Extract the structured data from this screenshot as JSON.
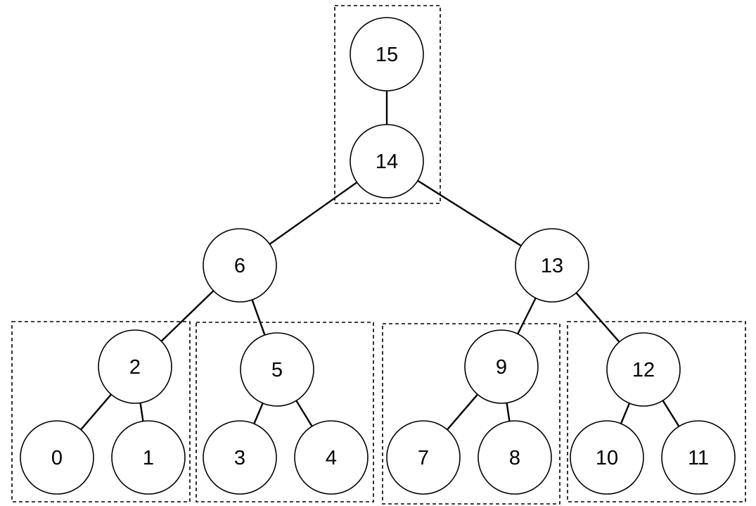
{
  "tree": {
    "nodes": [
      {
        "id": "15",
        "label": "15"
      },
      {
        "id": "14",
        "label": "14"
      },
      {
        "id": "6",
        "label": "6"
      },
      {
        "id": "13",
        "label": "13"
      },
      {
        "id": "2",
        "label": "2"
      },
      {
        "id": "5",
        "label": "5"
      },
      {
        "id": "9",
        "label": "9"
      },
      {
        "id": "12",
        "label": "12"
      },
      {
        "id": "0",
        "label": "0"
      },
      {
        "id": "1",
        "label": "1"
      },
      {
        "id": "3",
        "label": "3"
      },
      {
        "id": "4",
        "label": "4"
      },
      {
        "id": "7",
        "label": "7"
      },
      {
        "id": "8",
        "label": "8"
      },
      {
        "id": "10",
        "label": "10"
      },
      {
        "id": "11",
        "label": "11"
      }
    ],
    "edges": [
      {
        "from": "15",
        "to": "14"
      },
      {
        "from": "14",
        "to": "6"
      },
      {
        "from": "14",
        "to": "13"
      },
      {
        "from": "6",
        "to": "2"
      },
      {
        "from": "6",
        "to": "5"
      },
      {
        "from": "13",
        "to": "9"
      },
      {
        "from": "13",
        "to": "12"
      },
      {
        "from": "2",
        "to": "0"
      },
      {
        "from": "2",
        "to": "1"
      },
      {
        "from": "5",
        "to": "3"
      },
      {
        "from": "5",
        "to": "4"
      },
      {
        "from": "9",
        "to": "7"
      },
      {
        "from": "9",
        "to": "8"
      },
      {
        "from": "12",
        "to": "10"
      },
      {
        "from": "12",
        "to": "11"
      }
    ],
    "groups": [
      {
        "id": "top",
        "members": [
          "15",
          "14"
        ]
      },
      {
        "id": "group-2",
        "members": [
          "2",
          "0",
          "1"
        ]
      },
      {
        "id": "group-5",
        "members": [
          "5",
          "3",
          "4"
        ]
      },
      {
        "id": "group-9",
        "members": [
          "9",
          "7",
          "8"
        ]
      },
      {
        "id": "group-12",
        "members": [
          "12",
          "10",
          "11"
        ]
      }
    ]
  }
}
